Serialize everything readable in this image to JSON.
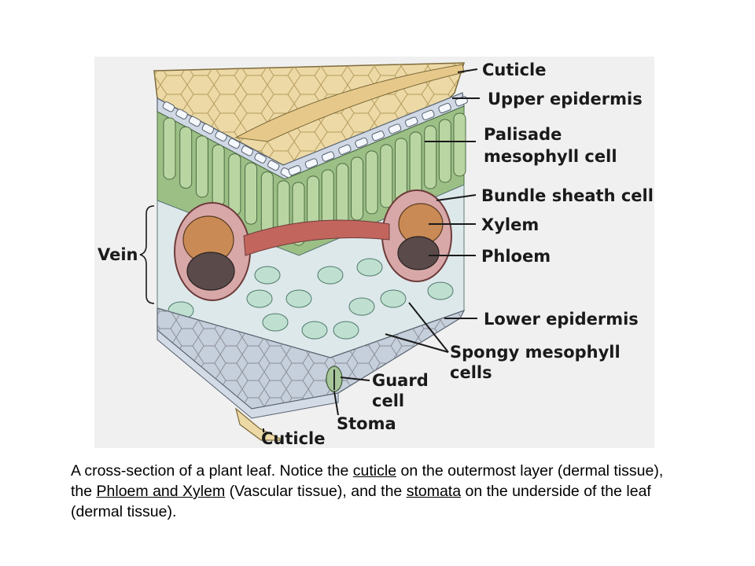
{
  "labels": {
    "cuticle_top": "Cuticle",
    "upper_epidermis": "Upper epidermis",
    "palisade_1": "Palisade",
    "palisade_2": "mesophyll cell",
    "bundle_sheath": "Bundle sheath cell",
    "xylem": "Xylem",
    "phloem": "Phloem",
    "vein": "Vein",
    "lower_epidermis": "Lower epidermis",
    "spongy_1": "Spongy mesophyll",
    "spongy_2": "cells",
    "guard_1": "Guard",
    "guard_2": "cell",
    "stoma": "Stoma",
    "cuticle_bottom": "Cuticle"
  },
  "caption": {
    "part1": "A cross-section of a plant leaf.  Notice the ",
    "cuticle": "cuticle",
    "part2": " on the outermost layer (dermal tissue), the ",
    "phloem_xylem": "Phloem and Xylem",
    "part3": " (Vascular tissue), and the ",
    "stomata": "stomata",
    "part4": " on the underside of the leaf (dermal tissue)."
  },
  "colors": {
    "background_panel": "#f0f0f0",
    "cuticle": "#ecd9a6",
    "upper_epidermis": "#cfd8e4",
    "palisade": "#9cbf86",
    "spongy": "#bfe0d0",
    "bundle_sheath": "#d8a8a8",
    "xylem": "#c98a55",
    "phloem": "#5a4a4a",
    "lower_epidermis": "#c6cfdc"
  }
}
